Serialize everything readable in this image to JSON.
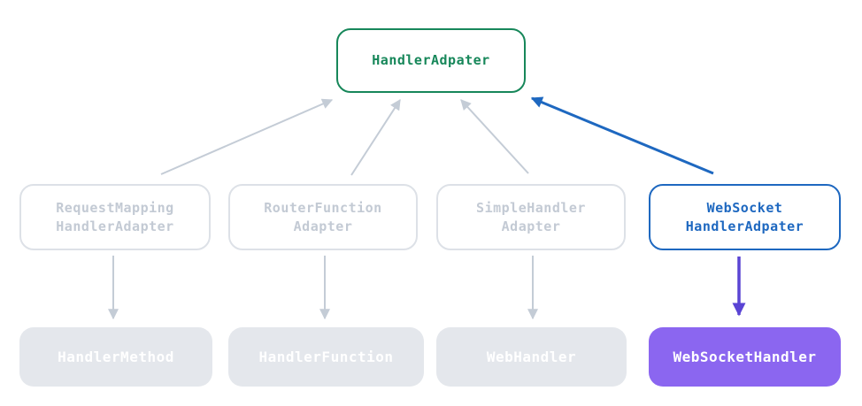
{
  "diagram": {
    "root": {
      "label": "HandlerAdpater"
    },
    "adapters": [
      {
        "line1": "RequestMapping",
        "line2": "HandlerAdapter",
        "state": "muted"
      },
      {
        "line1": "RouterFunction",
        "line2": "Adapter",
        "state": "muted"
      },
      {
        "line1": "SimpleHandler",
        "line2": "Adapter",
        "state": "muted"
      },
      {
        "line1": "WebSocket",
        "line2": "HandlerAdpater",
        "state": "highlighted-blue"
      }
    ],
    "handlers": [
      {
        "label": "HandlerMethod",
        "state": "muted"
      },
      {
        "label": "HandlerFunction",
        "state": "muted"
      },
      {
        "label": "WebHandler",
        "state": "muted"
      },
      {
        "label": "WebSocketHandler",
        "state": "highlighted-purple"
      }
    ],
    "edges": [
      {
        "from": "RequestMapping HandlerAdapter",
        "to": "HandlerAdpater",
        "style": "gray",
        "direction": "up"
      },
      {
        "from": "RouterFunction Adapter",
        "to": "HandlerAdpater",
        "style": "gray",
        "direction": "up"
      },
      {
        "from": "SimpleHandler Adapter",
        "to": "HandlerAdpater",
        "style": "gray",
        "direction": "up"
      },
      {
        "from": "WebSocket HandlerAdpater",
        "to": "HandlerAdpater",
        "style": "blue",
        "direction": "up"
      },
      {
        "from": "RequestMapping HandlerAdapter",
        "to": "HandlerMethod",
        "style": "gray",
        "direction": "down"
      },
      {
        "from": "RouterFunction Adapter",
        "to": "HandlerFunction",
        "style": "gray",
        "direction": "down"
      },
      {
        "from": "SimpleHandler Adapter",
        "to": "WebHandler",
        "style": "gray",
        "direction": "down"
      },
      {
        "from": "WebSocket HandlerAdpater",
        "to": "WebSocketHandler",
        "style": "purple",
        "direction": "down"
      }
    ],
    "colors": {
      "root_green": "#17875a",
      "highlight_blue": "#1e68c0",
      "highlight_purple_fill": "#8b66f0",
      "purple_arrow": "#5a44d4",
      "muted_border": "#dde1e7",
      "muted_text": "#c3cad4",
      "muted_arrow": "#c4ccd6",
      "muted_fill": "#e4e7ec",
      "fill_text": "#ffffff",
      "background": "#ffffff"
    }
  }
}
